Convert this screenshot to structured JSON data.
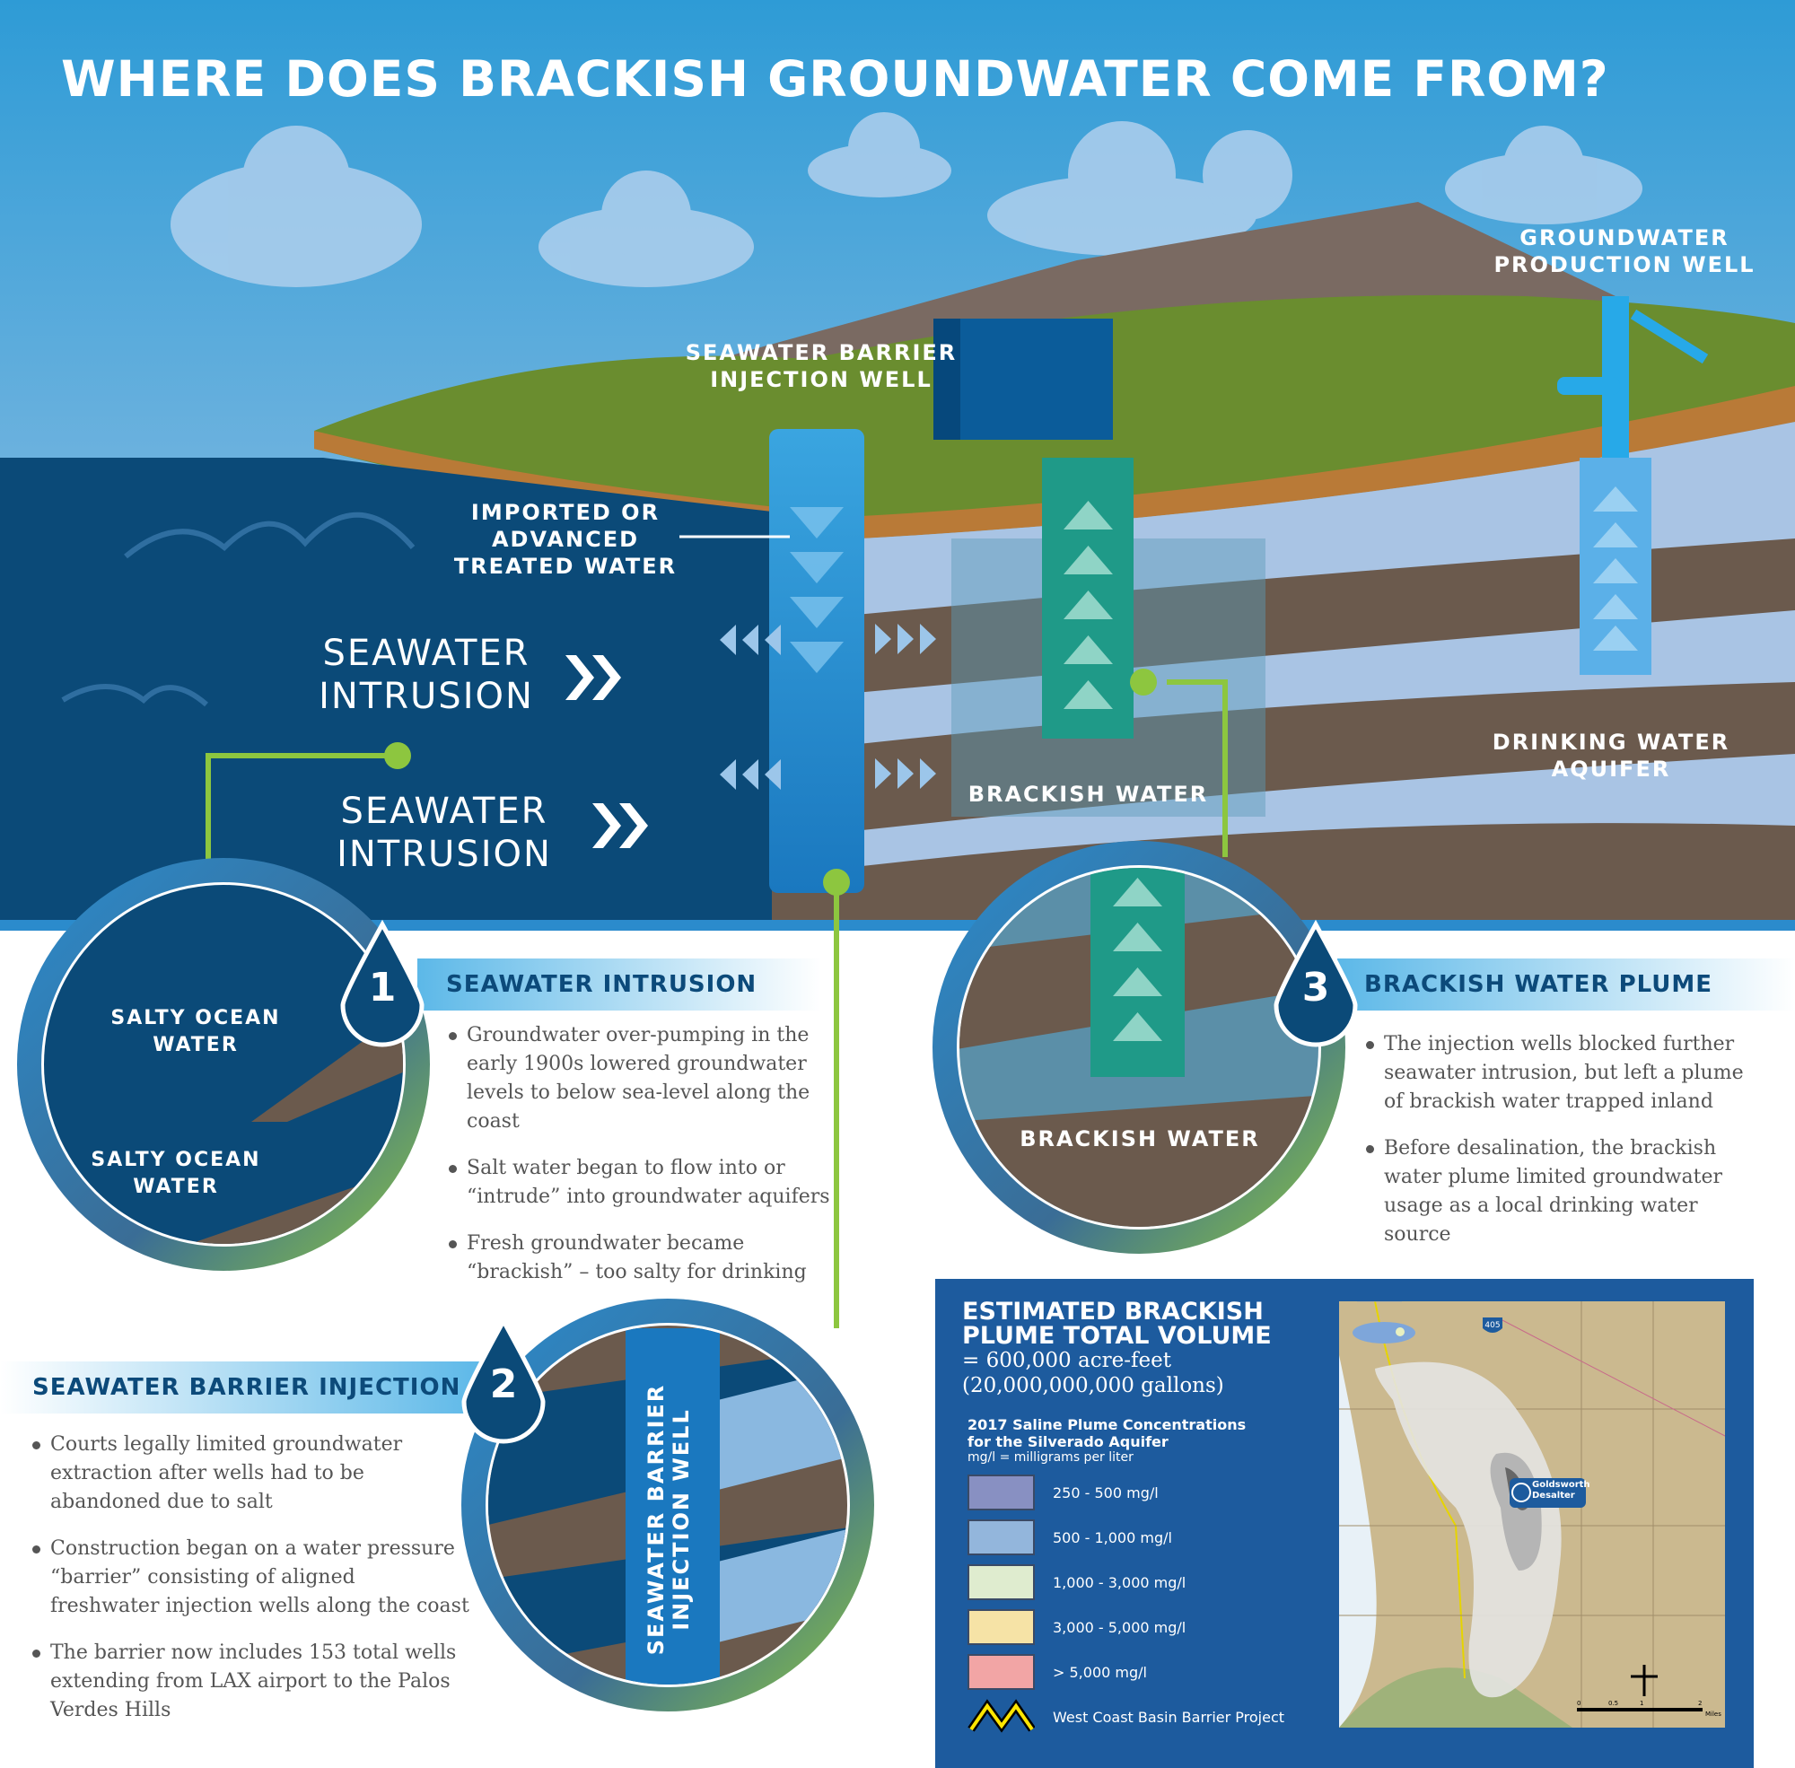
{
  "title": "WHERE DOES BRACKISH GROUNDWATER COME FROM?",
  "scene": {
    "injection_well": "SEAWATER BARRIER INJECTION WELL",
    "imported": "IMPORTED OR ADVANCED TREATED WATER",
    "intrusion_1": "SEAWATER INTRUSION",
    "intrusion_2": "SEAWATER INTRUSION",
    "production_well": "GROUNDWATER PRODUCTION WELL",
    "brackish": "BRACKISH WATER",
    "aquifer": "DRINKING WATER AQUIFER"
  },
  "section1": {
    "number": "1",
    "heading": "SEAWATER INTRUSION",
    "circle_label_1": "SALTY OCEAN WATER",
    "circle_label_2": "SALTY OCEAN WATER",
    "bullets": [
      "Groundwater over-pumping in the early 1900s lowered groundwater levels to below sea-level along the coast",
      "Salt water began to flow into or “intrude” into groundwater aquifers",
      "Fresh groundwater became “brackish” – too salty for drinking"
    ]
  },
  "section2": {
    "number": "2",
    "heading": "SEAWATER BARRIER INJECTION",
    "circle_label": "SEAWATER BARRIER INJECTION WELL",
    "bullets": [
      "Courts legally limited groundwater extraction after wells had to be abandoned due to salt",
      "Construction began on a water pressure “barrier” consisting of aligned freshwater injection wells along the coast",
      "The barrier now includes 153 total wells extending from LAX airport to the Palos Verdes Hills"
    ]
  },
  "section3": {
    "number": "3",
    "heading": "BRACKISH WATER PLUME",
    "circle_label": "BRACKISH WATER",
    "bullets": [
      "The injection wells blocked further seawater intrusion, but left a plume of brackish water trapped inland",
      "Before desalination, the brackish water plume limited groundwater usage as a local drinking water source"
    ]
  },
  "panel": {
    "title": "ESTIMATED BRACKISH PLUME TOTAL VOLUME",
    "volume": "= 600,000 acre-feet",
    "gallons": "(20,000,000,000 gallons)",
    "legend_title": "2017 Saline Plume Concentrations for the Silverado Aquifer",
    "legend_note": "mg/l = milligrams per liter",
    "legend": [
      {
        "label": "250 - 500 mg/l",
        "color": "#8890c2"
      },
      {
        "label": "500 - 1,000 mg/l",
        "color": "#93b6dc"
      },
      {
        "label": "1,000 - 3,000 mg/l",
        "color": "#dfeccf"
      },
      {
        "label": "3,000 - 5,000 mg/l",
        "color": "#f6e3a6"
      },
      {
        "label": "> 5,000 mg/l",
        "color": "#f2a5a5"
      }
    ],
    "barrier_label": "West Coast Basin Barrier Project",
    "map": {
      "highway": "405",
      "desalter": "Goldsworthy Desalter",
      "scale": [
        "0",
        "0.5",
        "1",
        "2"
      ],
      "scale_unit": "Miles"
    }
  }
}
